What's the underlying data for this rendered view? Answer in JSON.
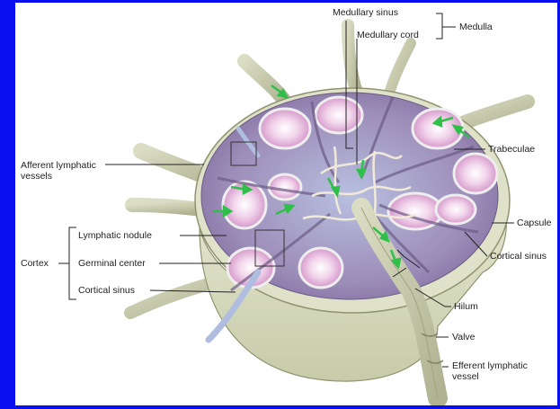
{
  "labels": {
    "medullary_sinus": "Medullary sinus",
    "medullary_cord": "Medullary cord",
    "medulla": "Medulla",
    "trabeculae": "Trabeculae",
    "afferent_lymphatic_vessels": "Afferent lymphatic vessels",
    "capsule": "Capsule",
    "cortical_sinus_right": "Cortical sinus",
    "lymphatic_nodule": "Lymphatic nodule",
    "cortex": "Cortex",
    "germinal_center": "Germinal center",
    "cortical_sinus_left": "Cortical sinus",
    "hilum": "Hilum",
    "valve": "Valve",
    "efferent_lymphatic_vessel": "Efferent lymphatic vessel"
  },
  "colors": {
    "border": "#0a0ff0",
    "capsule": "#d9ddc2",
    "cortex": "#8e7aa8",
    "nodule": "#e6b3d9",
    "germinal": "#f3e3f0",
    "medulla": "#b9c4e0",
    "flow_arrow": "#2fbf4a",
    "vessel": "#c9ccb0"
  }
}
